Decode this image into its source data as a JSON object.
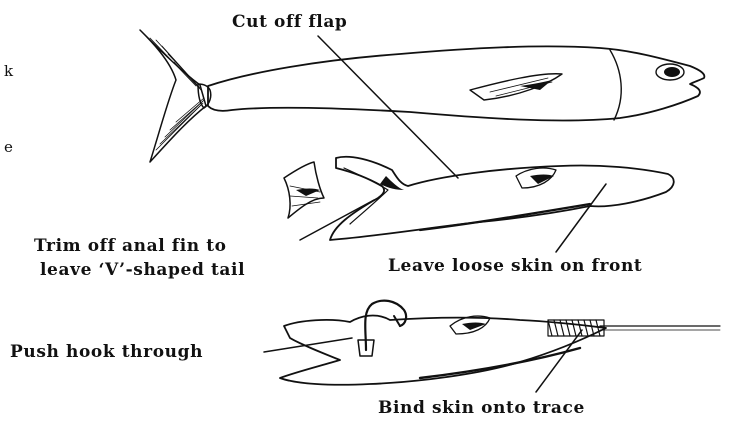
{
  "labels": {
    "cut_off_flap": "Cut off flap",
    "trim_line1": "Trim off anal fin to",
    "trim_line2": "leave ‘V’-shaped tail",
    "leave_loose_skin": "Leave loose skin on front",
    "push_hook": "Push hook through",
    "bind_skin": "Bind skin onto trace"
  },
  "margin_fragments": {
    "frag1": "k",
    "frag2": "e"
  },
  "colors": {
    "ink": "#111111",
    "background": "#ffffff"
  }
}
